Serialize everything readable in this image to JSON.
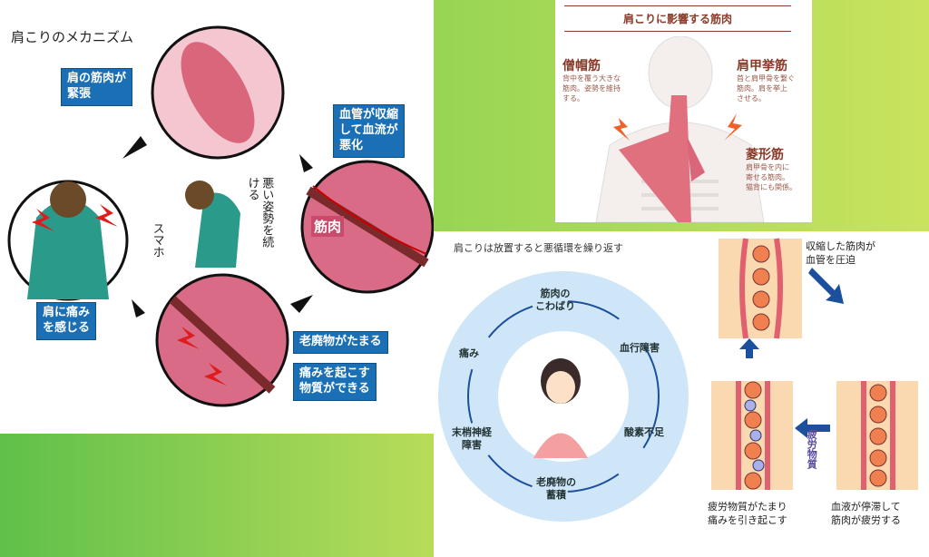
{
  "mechanism": {
    "title": "肩こりのメカニズム",
    "labels": {
      "tense": "肩の筋肉が\n緊張",
      "vessel": "血管が収縮\nして血流が\n悪化",
      "muscle": "筋肉",
      "waste": "老廃物がたまる",
      "pain_substance": "痛みを起こす\n物質ができる",
      "feel_pain": "肩に痛み\nを感じる",
      "posture": "悪い姿勢を続ける",
      "phone": "スマホ"
    }
  },
  "muscles": {
    "title": "肩こりに影響する筋肉",
    "items": [
      {
        "name": "僧帽筋",
        "desc": "背中を覆う大きな\n筋肉。姿勢を維持\nする。"
      },
      {
        "name": "肩甲挙筋",
        "desc": "首と肩甲骨を繋ぐ\n筋肉。肩を挙上\nさせる。"
      },
      {
        "name": "菱形筋",
        "desc": "肩甲骨を内に\n寄せる筋肉。\n猫背にも関係。"
      }
    ]
  },
  "cycle": {
    "title": "肩こりは放置すると悪循環を繰り返す",
    "steps": [
      "筋肉の\nこわばり",
      "血行障害",
      "酸素不足",
      "老廃物の\n蓄積",
      "末梢神経\n障害",
      "痛み"
    ]
  },
  "vessels": {
    "top": "収縮した筋肉が\n血管を圧迫",
    "right": "血液が停滞して\n筋肉が疲労する",
    "left": "疲労物質がたまり\n痛みを引き起こす",
    "fatigue": "疲労物質"
  },
  "colors": {
    "blue_label": "#1a6fb5",
    "muscle": "#d9667a",
    "cycle_bg": "#cfe6f8",
    "arrow": "#1c4f9c"
  }
}
